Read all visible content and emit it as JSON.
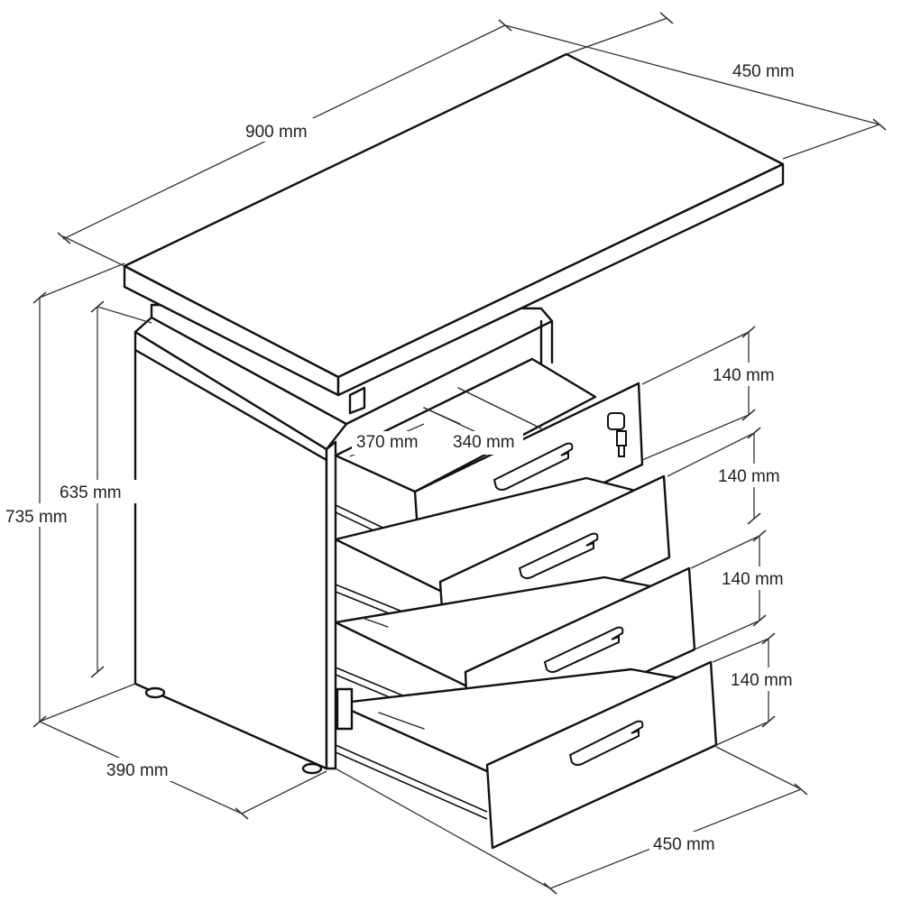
{
  "dimensions": {
    "top_length": "900 mm",
    "top_depth": "450 mm",
    "total_height": "735 mm",
    "body_height": "635 mm",
    "body_depth": "390 mm",
    "body_width": "450 mm",
    "drawer_inner_depth": "370 mm",
    "drawer_inner_width": "340 mm",
    "drawer_1_height": "140 mm",
    "drawer_2_height": "140 mm",
    "drawer_3_height": "140 mm",
    "drawer_4_height": "140 mm"
  },
  "components": {
    "drawer_count": 4,
    "lock_on_drawer": 1,
    "icons": [
      "lock-key-icon",
      "drawer-handle-icon"
    ]
  }
}
